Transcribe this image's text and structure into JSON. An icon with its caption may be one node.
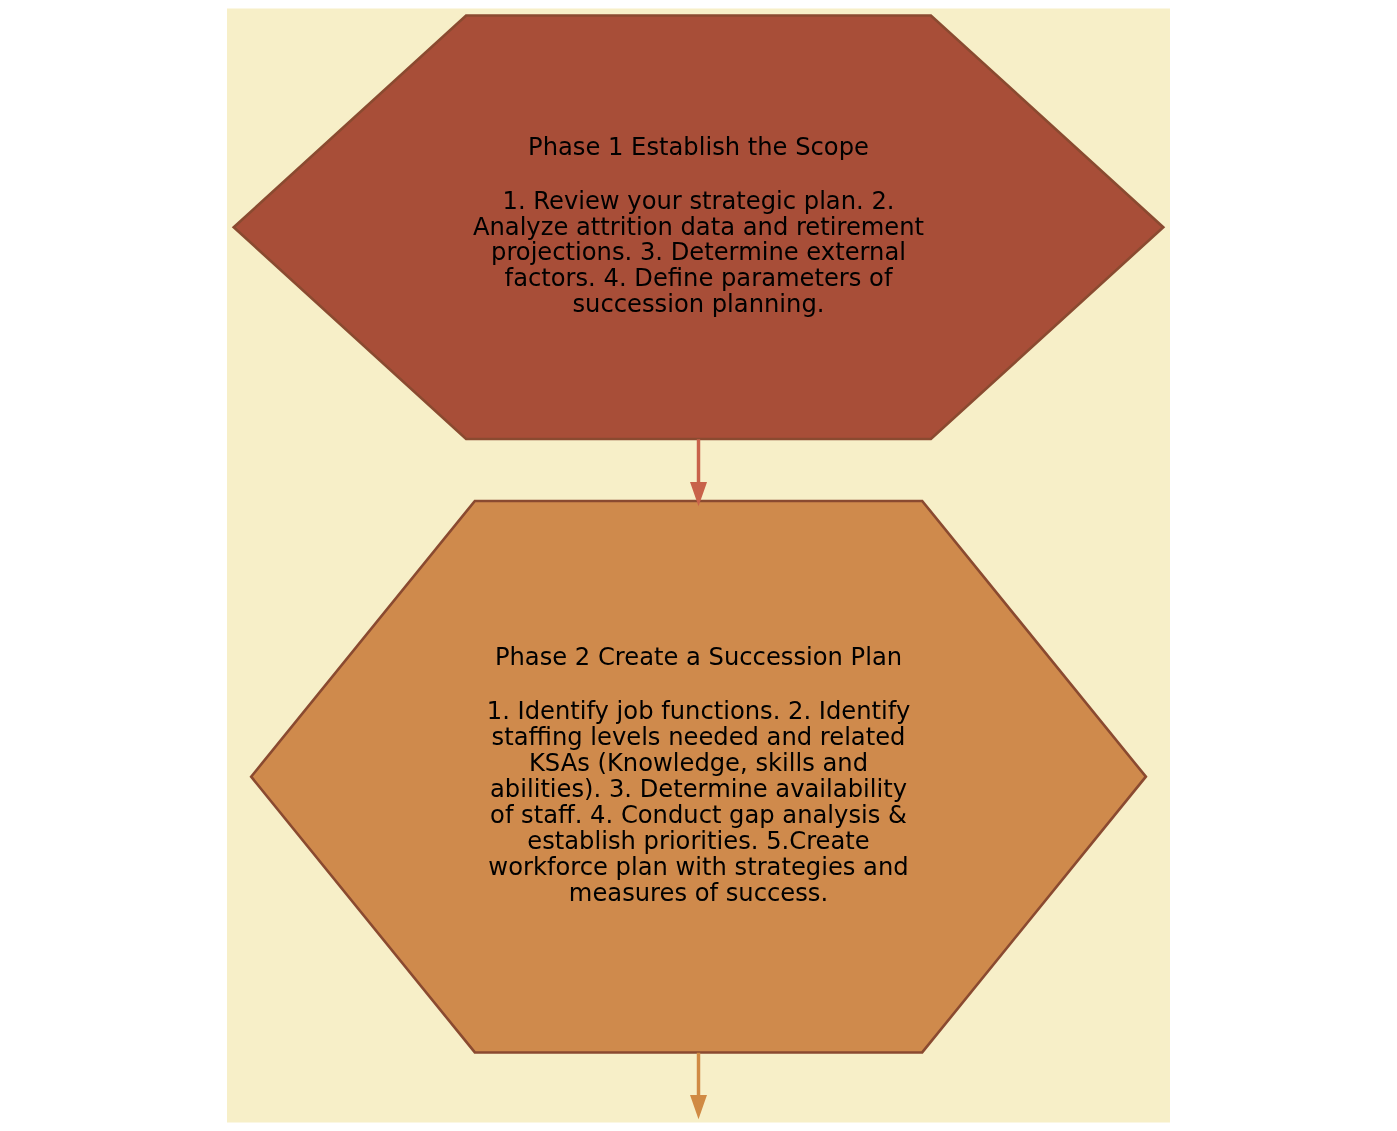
{
  "diagram": {
    "nodes": [
      {
        "text": [
          "Phase 1 Establish the Scope",
          "1. Review your strategic plan. 2. Analyze attrition data and retirement projections. 3. Determine external factors. 4. Define parameters of succession planning."
        ]
      },
      {
        "text": [
          "Phase 2 Create a Succession Plan",
          "1. Identify job functions. 2. Identify staffing levels needed and related KSAs (Knowledge, skills and abilities). 3. Determine availability of staff. 4. Conduct gap analysis & establish priorities. 5.Create workforce plan with strategies and measures of success."
        ]
      }
    ],
    "edges": [
      {
        "from": 0,
        "to": 1,
        "arrow": "to",
        "color": "#c8624a"
      },
      {
        "from": 1,
        "to": null,
        "arrow": "to",
        "color": "#d08a44"
      }
    ]
  }
}
